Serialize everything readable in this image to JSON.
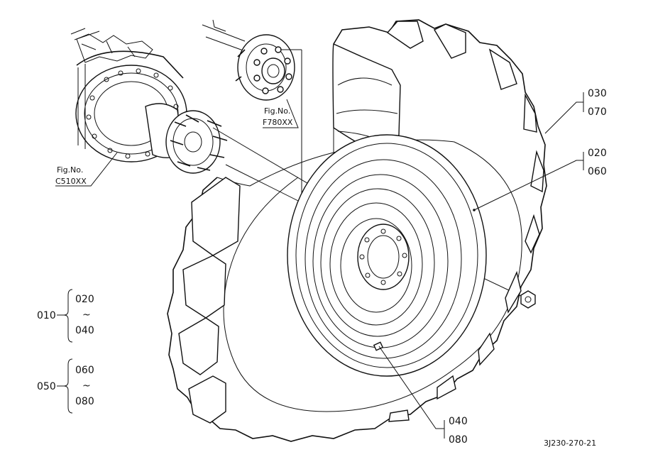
{
  "callouts": {
    "c030": "030",
    "c070": "070",
    "c020": "020",
    "c060": "060",
    "c040": "040",
    "c080": "080"
  },
  "figure_refs": {
    "ref1_title": "Fig.No.",
    "ref1_code": "C510XX",
    "ref2_title": "Fig.No.",
    "ref2_code": "F780XX"
  },
  "groups": {
    "g1_parent": "010",
    "g1_from": "020",
    "g1_tilde": "~",
    "g1_to": "040",
    "g2_parent": "050",
    "g2_from": "060",
    "g2_tilde": "~",
    "g2_to": "080"
  },
  "drawing_number": "3J230-270-21"
}
